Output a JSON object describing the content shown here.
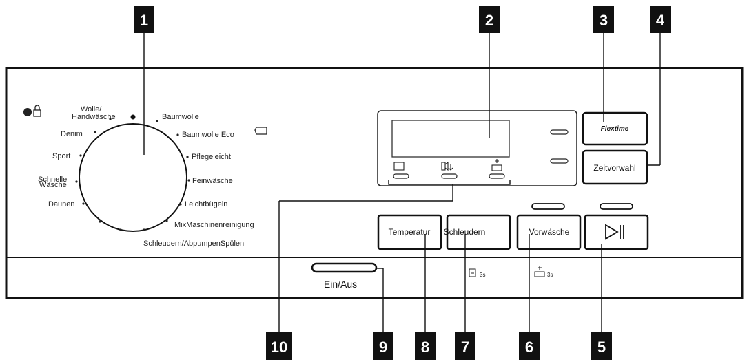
{
  "callouts": [
    "1",
    "2",
    "3",
    "4",
    "5",
    "6",
    "7",
    "8",
    "9",
    "10"
  ],
  "dial": {
    "programs": {
      "wolle": [
        "Wolle/",
        "Handwäsche"
      ],
      "denim": "Denim",
      "sport": "Sport",
      "schnelle": [
        "Schnelle",
        "Wäsche"
      ],
      "daunen": "Daunen",
      "baumwolle": "Baumwolle",
      "baumwolle_eco": "Baumwolle Eco",
      "pflegeleicht": "Pflegeleicht",
      "feinwaesche": "Feinwäsche",
      "leichtbuegeln": "Leichtbügeln",
      "mix": "MixMaschinenreinigung",
      "schleudern": "Schleudern/AbpumpenSpülen"
    }
  },
  "buttons": {
    "flextime": "Flextime",
    "zeitvorwahl": "Zeitvorwahl",
    "temperatur": "Temperatur",
    "schleudern": "Schleudern",
    "vorwaesche": "Vorwäsche",
    "start_pause_icon": "play-pause-icon",
    "power": "Ein/Aus"
  },
  "hints": {
    "lock_3s": "3s",
    "vorwaesche_3s": "3s"
  },
  "icons": {
    "childlock": "child-lock-icon",
    "eco_tag": "eco-tag-icon",
    "display_indicators": [
      "laundry-tub-icon",
      "drain-icon",
      "prewash-icon"
    ]
  }
}
